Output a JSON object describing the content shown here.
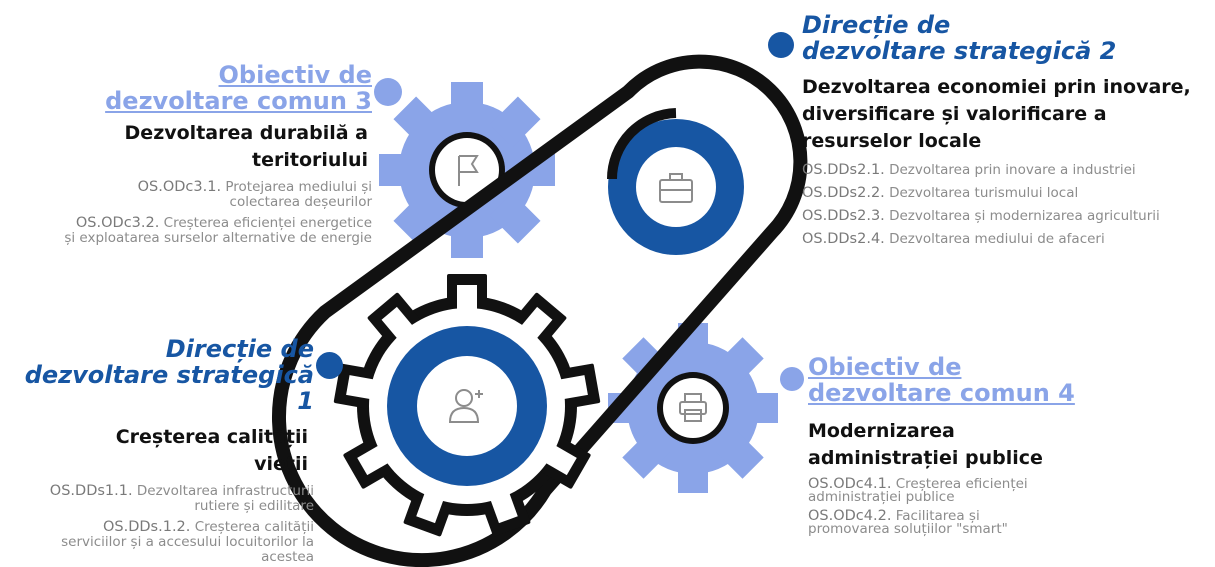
{
  "colors": {
    "dark_blue": "#1756a3",
    "light_blue": "#8aa4e8",
    "black": "#111111",
    "gray_text": "#8c8c8c"
  },
  "blocks": {
    "ods3": {
      "heading_line1": "Obiectiv de",
      "heading_line2": "dezvoltare comun 3",
      "subtitle_line1": "Dezvoltarea durabilă a",
      "subtitle_line2": "teritoriului",
      "items": [
        {
          "code": "OS.ODc3.1.",
          "text_line1": "Protejarea mediului și",
          "text_line2": "colectarea deșeurilor"
        },
        {
          "code": "OS.ODc3.2.",
          "text_line1": "Creșterea eficienței energetice",
          "text_line2": "și exploatarea surselor alternative de energie"
        }
      ],
      "icon": "flag-icon"
    },
    "dds2": {
      "heading_line1": "Direcție de",
      "heading_line2": "dezvoltare strategică 2",
      "subtitle_line1": "Dezvoltarea economiei prin inovare,",
      "subtitle_line2": "diversificare și valorificare a",
      "subtitle_line3": "resurselor locale",
      "items": [
        {
          "code": "OS.DDs2.1.",
          "text": "Dezvoltarea prin inovare a industriei"
        },
        {
          "code": "OS.DDs2.2.",
          "text": "Dezvoltarea turismului local"
        },
        {
          "code": "OS.DDs2.3.",
          "text": "Dezvoltarea și modernizarea agriculturii"
        },
        {
          "code": "OS.DDs2.4.",
          "text": "Dezvoltarea mediului de afaceri"
        }
      ],
      "icon": "briefcase-icon"
    },
    "dds1": {
      "heading_line1": "Direcție de",
      "heading_line2": "dezvoltare strategică 1",
      "subtitle_line1": "Creșterea calității",
      "subtitle_line2": "vieții",
      "items": [
        {
          "code": "OS.DDs1.1.",
          "text_line1": "Dezvoltarea infrastructurii",
          "text_line2": "rutiere și edilitare",
          "text_line3": ""
        },
        {
          "code": "OS.DDs.1.2.",
          "text_line1": "Creșterea calității",
          "text_line2": "serviciilor și a accesului locuitorilor la",
          "text_line3": "acestea"
        }
      ],
      "icon": "add-user-icon"
    },
    "odc4": {
      "heading_line1": "Obiectiv de",
      "heading_line2": "dezvoltare comun 4",
      "subtitle_line1": "Modernizarea",
      "subtitle_line2": "administrației publice",
      "items": [
        {
          "code": "OS.ODc4.1.",
          "text_line1": "Creșterea eficienței",
          "text_line2": "administrației publice"
        },
        {
          "code": "OS.ODc4.2.",
          "text_line1": "Facilitarea și",
          "text_line2": "promovarea soluțiilor \"smart\""
        }
      ],
      "icon": "printer-icon"
    }
  }
}
